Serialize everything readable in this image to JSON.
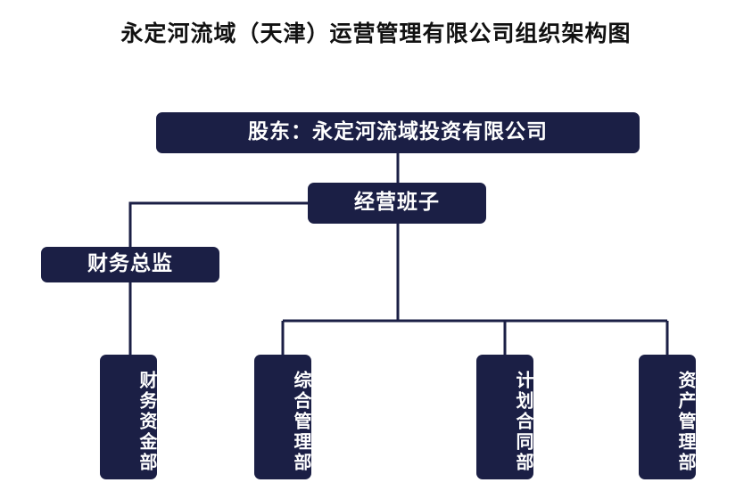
{
  "chart_data": {
    "type": "diagram",
    "title": "永定河流域（天津）运营管理有限公司组织架构图",
    "orientation": "top-down organizational chart",
    "accent_color": "#1b1f45",
    "background_color": "#ffffff",
    "nodes": [
      {
        "id": "shareholder",
        "label": "股东：永定河流域投资有限公司",
        "level": 0,
        "text_direction": "horizontal"
      },
      {
        "id": "management",
        "label": "经营班子",
        "level": 1,
        "text_direction": "horizontal"
      },
      {
        "id": "cfo",
        "label": "财务总监",
        "level": 2,
        "text_direction": "horizontal"
      },
      {
        "id": "dept-finance",
        "label": "财务资金部",
        "level": 3,
        "text_direction": "vertical"
      },
      {
        "id": "dept-general",
        "label": "综合管理部",
        "level": 3,
        "text_direction": "vertical"
      },
      {
        "id": "dept-plan",
        "label": "计划合同部",
        "level": 3,
        "text_direction": "vertical"
      },
      {
        "id": "dept-asset",
        "label": "资产管理部",
        "level": 3,
        "text_direction": "vertical"
      }
    ],
    "edges": [
      {
        "from": "shareholder",
        "to": "management"
      },
      {
        "from": "management",
        "to": "cfo"
      },
      {
        "from": "cfo",
        "to": "dept-finance"
      },
      {
        "from": "management",
        "to": "dept-general"
      },
      {
        "from": "management",
        "to": "dept-plan"
      },
      {
        "from": "management",
        "to": "dept-asset"
      }
    ]
  },
  "title": "永定河流域（天津）运营管理有限公司组织架构图",
  "nodes": {
    "shareholder": "股东：永定河流域投资有限公司",
    "management": "经营班子",
    "cfo": "财务总监",
    "finance_dept": "财务资金部",
    "general_dept": "综合管理部",
    "plan_dept": "计划合同部",
    "asset_dept": "资产管理部"
  }
}
